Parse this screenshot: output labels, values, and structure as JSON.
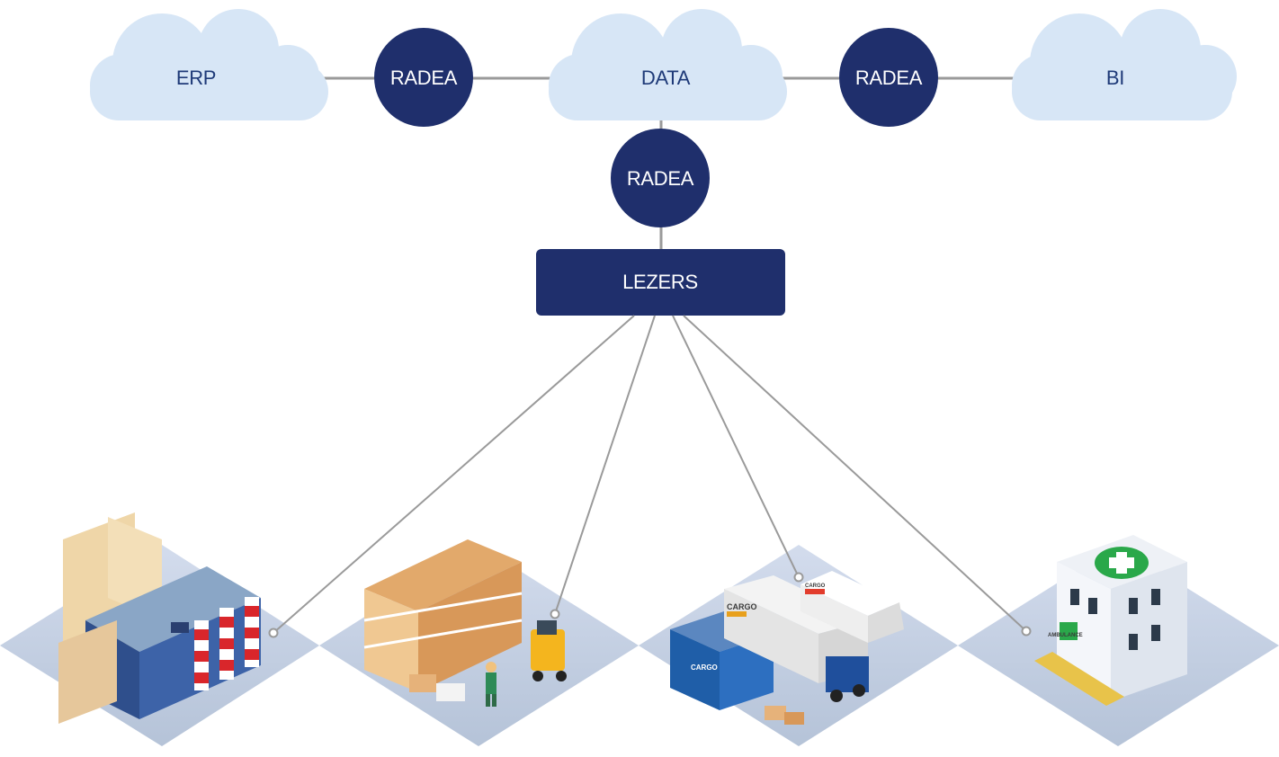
{
  "clouds": {
    "erp": "ERP",
    "data": "DATA",
    "bi": "BI"
  },
  "nodes": {
    "radea_left": "RADEA",
    "radea_right": "RADEA",
    "radea_bottom": "RADEA",
    "readers": "LEZERS"
  },
  "vehicle_labels": {
    "truck_cargo": "CARGO",
    "container_cargo": "CARGO",
    "van_cargo": "CARGO"
  },
  "hospital_sign": "AMBULANCE",
  "colors": {
    "cloud": "#d7e6f6",
    "node": "#1f2f6c",
    "connector": "#9a9a9a",
    "platform": "#c3d0e2",
    "cross": "#2aa84a"
  }
}
